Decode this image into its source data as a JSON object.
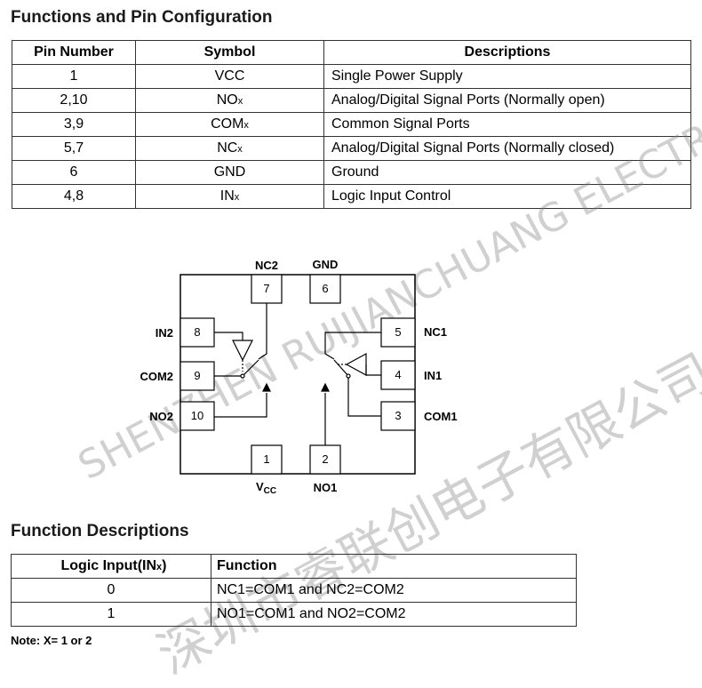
{
  "section1_title": "Functions and Pin Configuration",
  "pin_table": {
    "headers": [
      "Pin Number",
      "Symbol",
      "Descriptions"
    ],
    "rows": [
      {
        "pin": "1",
        "sym": "VCC",
        "sub": "",
        "desc": "Single Power Supply"
      },
      {
        "pin": "2,10",
        "sym": "NO",
        "sub": "x",
        "desc": "Analog/Digital Signal Ports (Normally open)"
      },
      {
        "pin": "3,9",
        "sym": "COM",
        "sub": "x",
        "desc": "Common Signal Ports"
      },
      {
        "pin": "5,7",
        "sym": "NC",
        "sub": "x",
        "desc": "Analog/Digital Signal Ports (Normally closed)"
      },
      {
        "pin": "6",
        "sym": "GND",
        "sub": "",
        "desc": "Ground"
      },
      {
        "pin": "4,8",
        "sym": "IN",
        "sub": "x",
        "desc": "Logic Input Control"
      }
    ]
  },
  "diagram": {
    "pins": {
      "p7": "7",
      "p6": "6",
      "p8": "8",
      "p9": "9",
      "p10": "10",
      "p5": "5",
      "p4": "4",
      "p3": "3",
      "p1": "1",
      "p2": "2"
    },
    "labels": {
      "nc2": "NC2",
      "gnd": "GND",
      "in2": "IN2",
      "com2": "COM2",
      "no2": "NO2",
      "nc1": "NC1",
      "in1": "IN1",
      "com1": "COM1",
      "vcc_main": "V",
      "vcc_sub": "CC",
      "no1": "NO1"
    }
  },
  "section2_title": "Function Descriptions",
  "fn_table": {
    "header_input": "Logic Input(IN",
    "header_input_sub": "x",
    "header_input_close": ")",
    "header_function": "Function",
    "rows": [
      {
        "input": "0",
        "function": "NC1=COM1 and NC2=COM2"
      },
      {
        "input": "1",
        "function": "NO1=COM1 and NO2=COM2"
      }
    ]
  },
  "note": "Note: X= 1 or 2",
  "watermark": {
    "line1": "SHENZHEN RUIJIANCHUANG ELECTRONIC CO.,LTD",
    "line2": "深圳市睿联创电子有限公司"
  }
}
